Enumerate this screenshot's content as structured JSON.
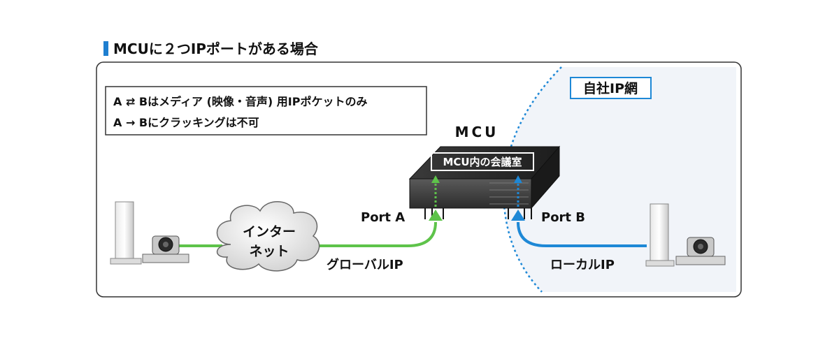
{
  "title": "MCUに２つIPポートがある場合",
  "notes": [
    "A ⇄ Bはメディア (映像・音声) 用IPポケットのみ",
    "A → Bにクラッキングは不可"
  ],
  "network_label": "自社IP網",
  "mcu_label": "MCU",
  "conference_room_label": "MCU内の会議室",
  "port_a_label": "Port A",
  "port_b_label": "Port B",
  "internet_label": [
    "インター",
    "ネット"
  ],
  "global_ip_label": "グローバルIP",
  "local_ip_label": "ローカルIP",
  "colors": {
    "title_bar": "#1e7fd0",
    "green_link": "#5ec34a",
    "blue_link": "#1e88d6",
    "zone_border": "#1e88d6",
    "zone_fill": "#f1f4f9",
    "mcu_body": "#3c3c3c"
  }
}
